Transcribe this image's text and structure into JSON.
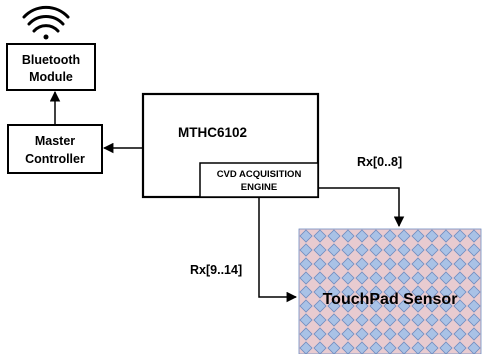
{
  "blocks": {
    "bluetooth": {
      "line1": "Bluetooth",
      "line2": "Module"
    },
    "master": {
      "line1": "Master",
      "line2": "Controller"
    },
    "chip": {
      "name": "MTHC6102"
    },
    "engine": {
      "line1": "CVD ACQUISITION",
      "line2": "ENGINE"
    },
    "sensor": {
      "label": "TouchPad Sensor"
    }
  },
  "signals": {
    "rx_top": "Rx[0..8]",
    "rx_bottom": "Rx[9..14]"
  },
  "icons": {
    "wireless": "wifi-signal-icon"
  },
  "colors": {
    "line": "#000000",
    "sensor_fill": "#e8cbd0",
    "sensor_diamond": "#a9c2e6",
    "sensor_diamond_stroke": "#6f8cc0"
  }
}
